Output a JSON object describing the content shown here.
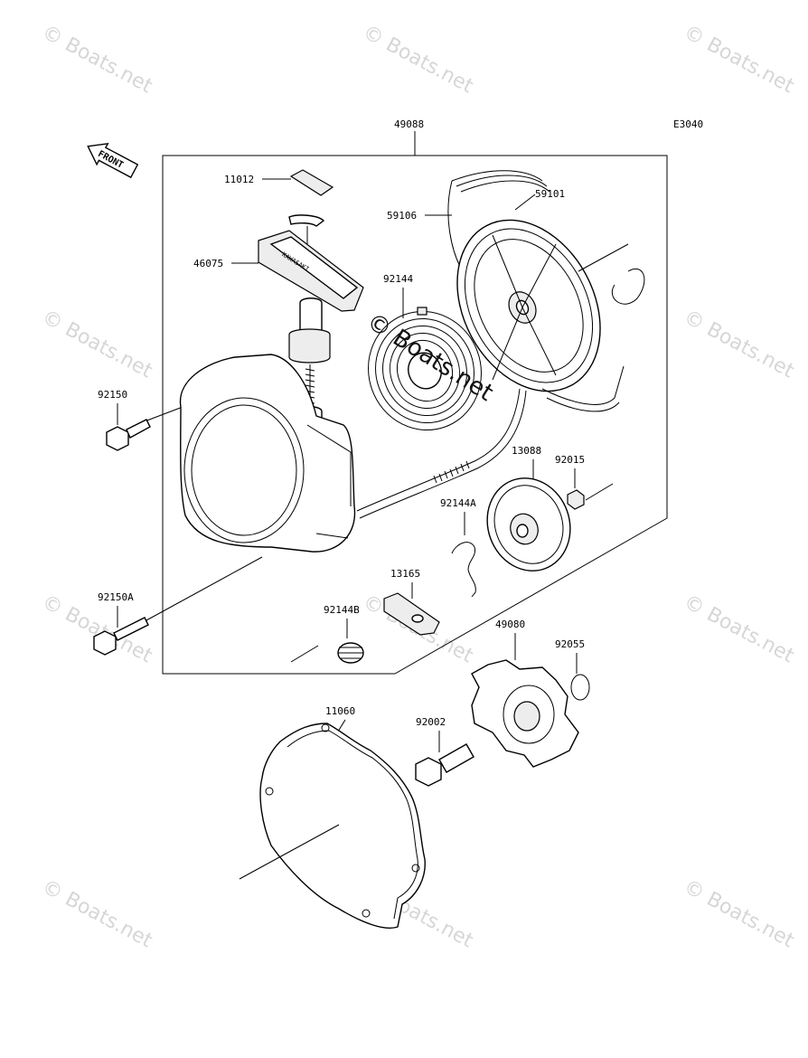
{
  "diagram_code": "E3040",
  "front_arrow_label": "FRONT",
  "watermark_text": "© Boats.net",
  "center_watermark": "© Boats.net",
  "handle_brand": "KAWASAKI",
  "parts": {
    "p49088": "49088",
    "p11012": "11012",
    "p59101": "59101",
    "p59106": "59106",
    "p46075": "46075",
    "p92144": "92144",
    "p92150": "92150",
    "p13088": "13088",
    "p92015": "92015",
    "p92144A": "92144A",
    "p13165": "13165",
    "p92150A": "92150A",
    "p92144B": "92144B",
    "p49080": "49080",
    "p92055": "92055",
    "p11060": "11060",
    "p92002": "92002"
  },
  "colors": {
    "line": "#000000",
    "watermark": "#d6d6d6",
    "background": "#ffffff"
  }
}
